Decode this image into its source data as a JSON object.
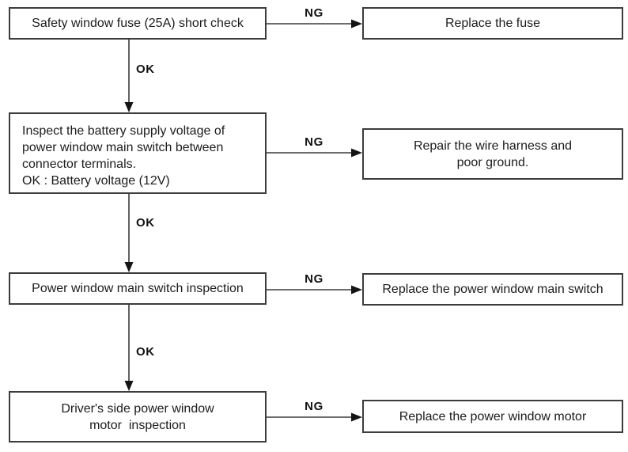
{
  "flowchart": {
    "rows": [
      {
        "step_lines": [
          "Safety window fuse (25A) short check"
        ],
        "ng": "NG",
        "result_lines": [
          "Replace the fuse"
        ],
        "ok": "OK"
      },
      {
        "step_lines": [
          "Inspect the battery supply voltage of",
          "power window main switch between",
          "connector terminals.",
          "OK : Battery voltage (12V)"
        ],
        "ng": "NG",
        "result_lines": [
          "Repair the wire harness and",
          "poor ground."
        ],
        "ok": "OK"
      },
      {
        "step_lines": [
          "Power window main switch inspection"
        ],
        "ng": "NG",
        "result_lines": [
          "Replace the power window main switch"
        ],
        "ok": "OK"
      },
      {
        "step_lines": [
          "Driver's side power window",
          "motor  inspection"
        ],
        "ng": "NG",
        "result_lines": [
          "Replace the power window motor"
        ]
      }
    ]
  }
}
